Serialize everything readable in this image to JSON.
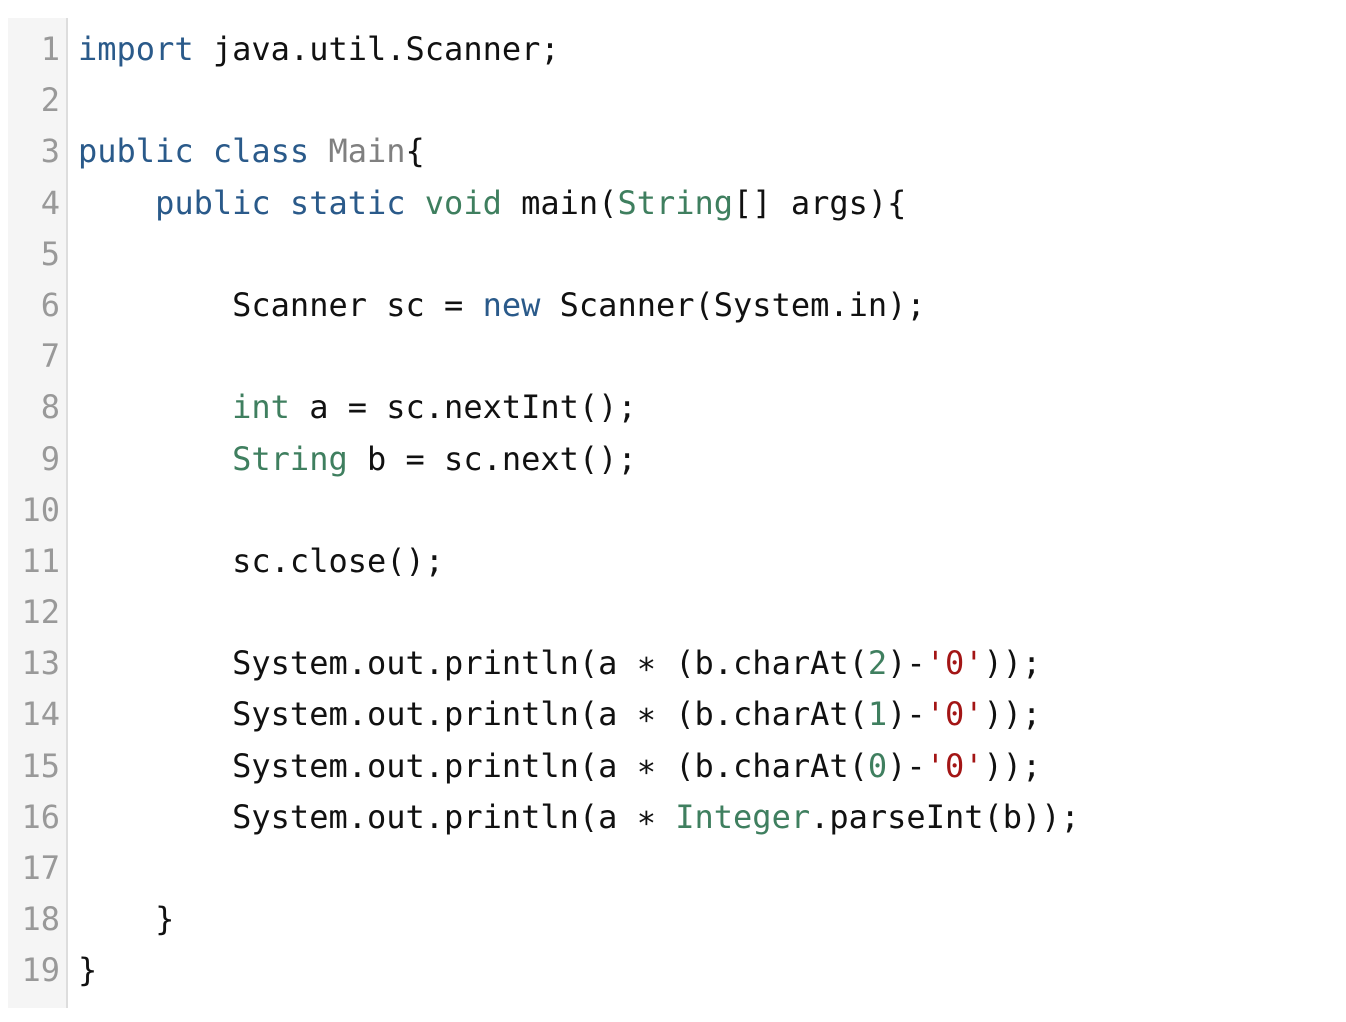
{
  "editor": {
    "lines": [
      {
        "n": "1",
        "tokens": [
          {
            "t": "import",
            "c": "k"
          },
          {
            "t": " java.util.Scanner;",
            "c": ""
          }
        ]
      },
      {
        "n": "2",
        "tokens": []
      },
      {
        "n": "3",
        "tokens": [
          {
            "t": "public",
            "c": "k"
          },
          {
            "t": " ",
            "c": ""
          },
          {
            "t": "class",
            "c": "k"
          },
          {
            "t": " ",
            "c": ""
          },
          {
            "t": "Main",
            "c": "c"
          },
          {
            "t": "{",
            "c": ""
          }
        ]
      },
      {
        "n": "4",
        "tokens": [
          {
            "t": "    ",
            "c": ""
          },
          {
            "t": "public",
            "c": "k"
          },
          {
            "t": " ",
            "c": ""
          },
          {
            "t": "static",
            "c": "k"
          },
          {
            "t": " ",
            "c": ""
          },
          {
            "t": "void",
            "c": "t"
          },
          {
            "t": " main(",
            "c": ""
          },
          {
            "t": "String",
            "c": "t"
          },
          {
            "t": "[] args){",
            "c": ""
          }
        ]
      },
      {
        "n": "5",
        "tokens": []
      },
      {
        "n": "6",
        "tokens": [
          {
            "t": "        Scanner sc = ",
            "c": ""
          },
          {
            "t": "new",
            "c": "k"
          },
          {
            "t": " Scanner(System.in);",
            "c": ""
          }
        ]
      },
      {
        "n": "7",
        "tokens": []
      },
      {
        "n": "8",
        "tokens": [
          {
            "t": "        ",
            "c": ""
          },
          {
            "t": "int",
            "c": "t"
          },
          {
            "t": " a = sc.nextInt();",
            "c": ""
          }
        ]
      },
      {
        "n": "9",
        "tokens": [
          {
            "t": "        ",
            "c": ""
          },
          {
            "t": "String",
            "c": "t"
          },
          {
            "t": " b = sc.next();",
            "c": ""
          }
        ]
      },
      {
        "n": "10",
        "tokens": []
      },
      {
        "n": "11",
        "tokens": [
          {
            "t": "        sc.close();",
            "c": ""
          }
        ]
      },
      {
        "n": "12",
        "tokens": []
      },
      {
        "n": "13",
        "tokens": [
          {
            "t": "        System.out.println(a ∗ (b.charAt(",
            "c": ""
          },
          {
            "t": "2",
            "c": "n"
          },
          {
            "t": ")-",
            "c": ""
          },
          {
            "t": "'0'",
            "c": "s"
          },
          {
            "t": "));",
            "c": ""
          }
        ]
      },
      {
        "n": "14",
        "tokens": [
          {
            "t": "        System.out.println(a ∗ (b.charAt(",
            "c": ""
          },
          {
            "t": "1",
            "c": "n"
          },
          {
            "t": ")-",
            "c": ""
          },
          {
            "t": "'0'",
            "c": "s"
          },
          {
            "t": "));",
            "c": ""
          }
        ]
      },
      {
        "n": "15",
        "tokens": [
          {
            "t": "        System.out.println(a ∗ (b.charAt(",
            "c": ""
          },
          {
            "t": "0",
            "c": "n"
          },
          {
            "t": ")-",
            "c": ""
          },
          {
            "t": "'0'",
            "c": "s"
          },
          {
            "t": "));",
            "c": ""
          }
        ]
      },
      {
        "n": "16",
        "tokens": [
          {
            "t": "        System.out.println(a ∗ ",
            "c": ""
          },
          {
            "t": "Integer",
            "c": "t"
          },
          {
            "t": ".parseInt(b));",
            "c": ""
          }
        ]
      },
      {
        "n": "17",
        "tokens": []
      },
      {
        "n": "18",
        "tokens": [
          {
            "t": "    }",
            "c": ""
          }
        ]
      },
      {
        "n": "19",
        "tokens": [
          {
            "t": "}",
            "c": ""
          }
        ]
      }
    ]
  },
  "colors": {
    "keyword": "#2a5a8a",
    "type": "#3f7f5f",
    "string": "#a31515",
    "line_number": "#999999",
    "gutter_bg": "#f5f5f5"
  }
}
